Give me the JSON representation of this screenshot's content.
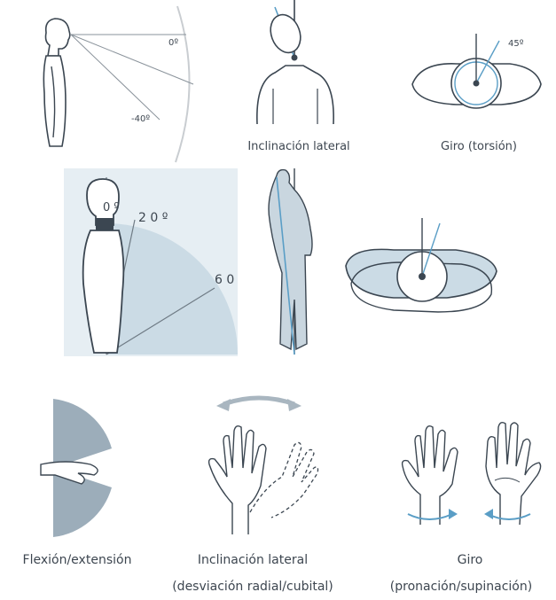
{
  "row1": {
    "angles": {
      "zero": "0º",
      "minus40": "-40º",
      "fortyfive": "45º"
    },
    "labels": {
      "lateral": "Inclinación lateral",
      "twist": "Giro (torsión)"
    }
  },
  "row2": {
    "angles": {
      "zero": "0 º",
      "twenty": "2 0 º",
      "sixty": "6 0"
    }
  },
  "row3": {
    "labels": {
      "flex": "Flexión/extensión",
      "lateral_line1": "Inclinación lateral",
      "lateral_line2": "(desviación radial/cubital)",
      "turn_line1": "Giro",
      "turn_line2": "(pronación/supinación)"
    }
  },
  "colors": {
    "line": "#3b4651",
    "accent": "#5a9ec6",
    "shade_light": "#e6eef3",
    "shade_mid": "#cbdbe5",
    "shade_dark": "#9cadba",
    "body_fill": "#c9d6df"
  }
}
